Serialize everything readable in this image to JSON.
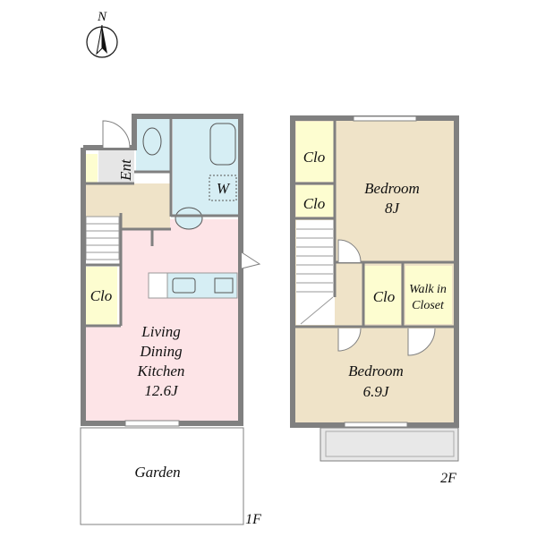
{
  "compass": {
    "label": "N"
  },
  "floor1": {
    "label": "1F",
    "entrance": "Ent",
    "washer": "W",
    "closet": "Clo",
    "ldk": {
      "line1": "Living",
      "line2": "Dining",
      "line3": "Kitchen",
      "size": "12.6J"
    },
    "garden": "Garden"
  },
  "floor2": {
    "label": "2F",
    "closet_top": "Clo",
    "closet_mid": "Clo",
    "closet_hall": "Clo",
    "walk_in": {
      "line1": "Walk in",
      "line2": "Closet"
    },
    "bedroom1": {
      "name": "Bedroom",
      "size": "8J"
    },
    "bedroom2": {
      "name": "Bedroom",
      "size": "6.9J"
    }
  },
  "colors": {
    "wall": "#808080",
    "ldk": "#fde4e7",
    "bedroom": "#efe3c8",
    "closet": "#fdfdd0",
    "water": "#d6eef4",
    "entrance": "#e6e6e6"
  }
}
